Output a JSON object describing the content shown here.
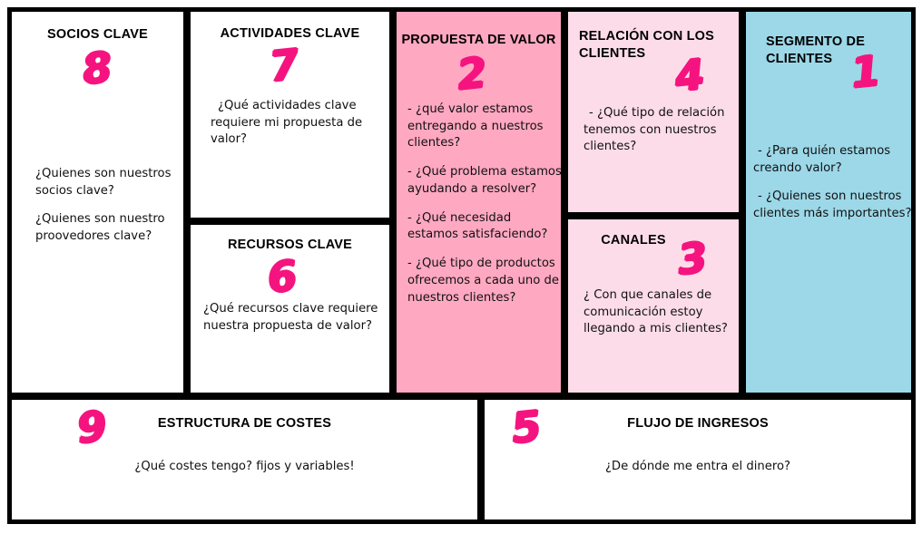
{
  "canvas": {
    "type": "business-model-canvas",
    "language": "es",
    "colors": {
      "border": "#000000",
      "number_accent": "#F5147F",
      "value_proposition_fill": "#FFA8C2",
      "customer_side_fill": "#FDDCEA",
      "customer_segment_fill": "#9CD8E8",
      "plain_fill": "#FFFFFF"
    }
  },
  "blocks": {
    "socios": {
      "title": "SOCIOS CLAVE",
      "number": "8",
      "lines": [
        "¿Quienes son nuestros socios clave?",
        "¿Quienes son nuestro proovedores clave?"
      ]
    },
    "actividades": {
      "title": "ACTIVIDADES CLAVE",
      "number": "7",
      "lines": [
        "¿Qué actividades clave requiere mi propuesta de valor?"
      ]
    },
    "recursos": {
      "title": "RECURSOS CLAVE",
      "number": "6",
      "lines": [
        "¿Qué recursos clave requiere nuestra propuesta de valor?"
      ]
    },
    "propuesta": {
      "title": "PROPUESTA DE VALOR",
      "number": "2",
      "lines": [
        "- ¿qué valor estamos entregando a nuestros clientes?",
        "- ¿Qué problema estamos ayudando a resolver?",
        "- ¿Qué necesidad estamos satisfaciendo?",
        "- ¿Qué tipo de productos ofrecemos a cada uno de nuestros clientes?"
      ]
    },
    "relacion": {
      "title": "RELACIÓN CON LOS CLIENTES",
      "number": "4",
      "lines": [
        "- ¿Qué tipo de relación tenemos con nuestros clientes?"
      ]
    },
    "canales": {
      "title": "CANALES",
      "number": "3",
      "lines": [
        "¿ Con que canales de comunicación estoy llegando a mis clientes?"
      ]
    },
    "segmento": {
      "title": "SEGMENTO DE CLIENTES",
      "number": "1",
      "lines": [
        "- ¿Para quién estamos creando valor?",
        "- ¿Quienes son nuestros clientes más importantes?"
      ]
    },
    "costes": {
      "title": "ESTRUCTURA DE COSTES",
      "number": "9",
      "lines": [
        "¿Qué costes tengo? fijos y variables!"
      ]
    },
    "ingresos": {
      "title": "FLUJO DE INGRESOS",
      "number": "5",
      "lines": [
        "¿De dónde me entra el dinero?"
      ]
    }
  }
}
